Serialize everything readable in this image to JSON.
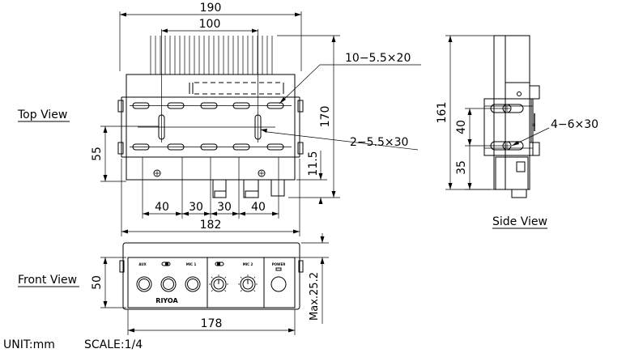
{
  "views": {
    "top": "Top View",
    "side": "Side View",
    "front": "Front View"
  },
  "dims": {
    "top_width": "190",
    "top_inner": "100",
    "slot_a": "10−5.5×20",
    "height_170": "170",
    "slot_b": "2−5.5×30",
    "depth_55": "55",
    "depth_11_5": "11.5",
    "seg_40a": "40",
    "seg_30a": "30",
    "seg_30b": "30",
    "seg_40b": "40",
    "width_182": "182",
    "side_161": "161",
    "side_40": "40",
    "side_35": "35",
    "side_holes": "4−6×30",
    "front_50": "50",
    "front_max": "Max.25.2",
    "front_178": "178"
  },
  "front_panel": {
    "aux": "AUX",
    "mic1": "MIC 1",
    "mic2": "MIC 2",
    "power": "POWER",
    "brand": "RIYOA"
  },
  "footer": {
    "unit": "UNIT:mm",
    "scale": "SCALE:1/4"
  }
}
